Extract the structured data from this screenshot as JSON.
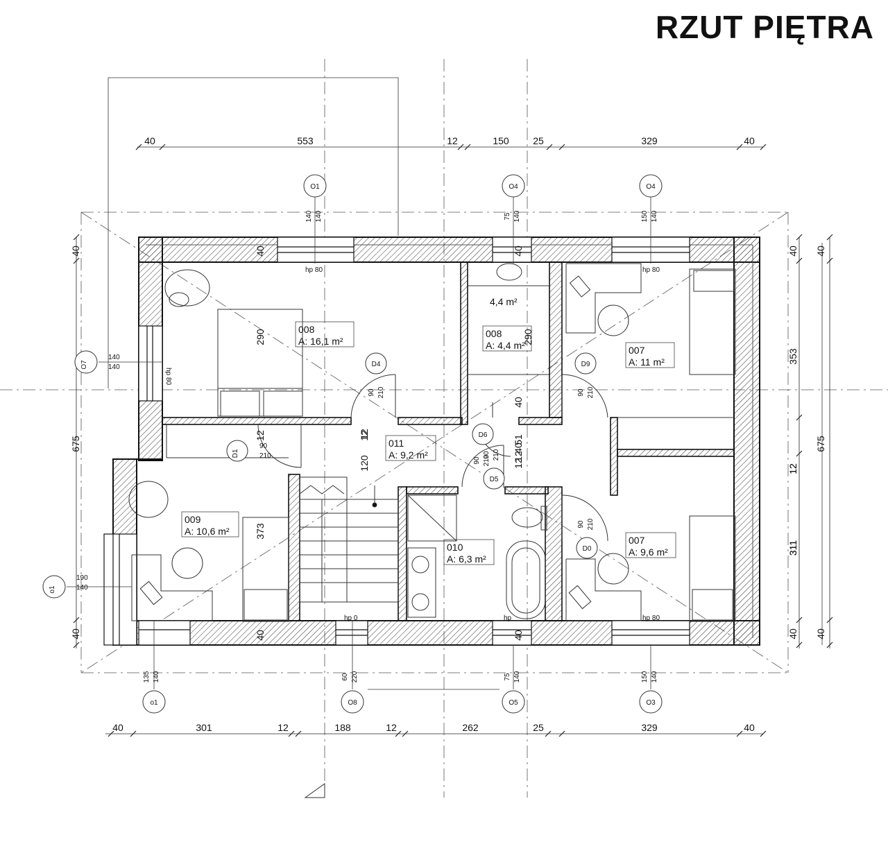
{
  "title": "RZUT PIĘTRA",
  "rooms": [
    {
      "id": "008",
      "area": "A: 16,1 m²"
    },
    {
      "id": "008",
      "area": "A: 4,4 m²"
    },
    {
      "id": "007",
      "area": "A: 11 m²"
    },
    {
      "id": "011",
      "area": "A: 9,2 m²"
    },
    {
      "id": "009",
      "area": "A: 10,6 m²"
    },
    {
      "id": "010",
      "area": "A: 6,3 m²"
    },
    {
      "id": "007",
      "area": "A: 9,6 m²"
    }
  ],
  "bath_area_label": "4,4 m²",
  "dims_top": [
    "40",
    "553",
    "12",
    "150",
    "25",
    "329",
    "40"
  ],
  "dims_bottom": [
    "40",
    "301",
    "12",
    "188",
    "12",
    "262",
    "25",
    "329",
    "40"
  ],
  "dims_left": [
    "40",
    "675",
    "40"
  ],
  "dims_right_inner": [
    "40",
    "353",
    "12",
    "311",
    "40"
  ],
  "dims_right_outer": [
    "40",
    "675",
    "40"
  ],
  "window_tags": [
    "O1",
    "O4",
    "O4",
    "O7",
    "o1",
    "o1",
    "O8",
    "O5",
    "O3"
  ],
  "door_tags": [
    "D4",
    "D9",
    "D6",
    "D1",
    "D5",
    "D0"
  ],
  "sill_labels": [
    "hp 80",
    "hp 80",
    "hp 80",
    "hp 0",
    "hp",
    "hp 80"
  ],
  "window_dims": [
    [
      "140",
      "140"
    ],
    [
      "75",
      "140"
    ],
    [
      "150",
      "140"
    ],
    [
      "140",
      "140"
    ],
    [
      "190",
      "140"
    ],
    [
      "135",
      "140"
    ],
    [
      "60",
      "220"
    ],
    [
      "75",
      "140"
    ],
    [
      "150",
      "140"
    ]
  ],
  "door_dims": [
    [
      "90",
      "210"
    ],
    [
      "90",
      "210"
    ],
    [
      "90",
      "210"
    ],
    [
      "90",
      "210"
    ],
    [
      "90",
      "210"
    ],
    [
      "90",
      "210"
    ]
  ],
  "inner_dims": [
    "290",
    "290",
    "12",
    "40",
    "40",
    "40",
    "40",
    "40",
    "40",
    "12",
    "120",
    "12",
    "51",
    "12",
    "373",
    "311",
    "12",
    "12"
  ]
}
